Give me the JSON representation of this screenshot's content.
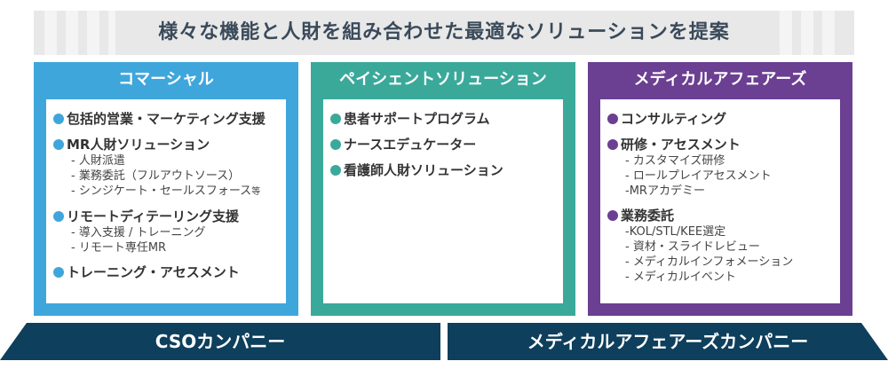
{
  "banner": {
    "title": "様々な機能と人財を組み合わせた最適なソリューションを提案"
  },
  "columns": [
    {
      "heading": "コマーシャル",
      "color": "#3fa6dc",
      "items": [
        {
          "label": "包括的営業・マーケティング支援",
          "subs": []
        },
        {
          "label": "MR人財ソリューション",
          "subs": [
            "- 人財派遣",
            "- 業務委託（フルアウトソース）",
            "- シンジケート・セールスフォース等"
          ]
        },
        {
          "label": "リモートディテーリング支援",
          "subs": [
            "- 導入支援 / トレーニング",
            "- リモート専任MR"
          ]
        },
        {
          "label": "トレーニング・アセスメント",
          "subs": []
        }
      ]
    },
    {
      "heading": "ペイシェントソリューション",
      "color": "#3aa99a",
      "items": [
        {
          "label": "患者サポートプログラム",
          "subs": []
        },
        {
          "label": "ナースエデュケーター",
          "subs": []
        },
        {
          "label": "看護師人財ソリューション",
          "subs": []
        }
      ]
    },
    {
      "heading": "メディカルアフェアーズ",
      "color": "#6b3f91",
      "items": [
        {
          "label": "コンサルティング",
          "subs": []
        },
        {
          "label": "研修・アセスメント",
          "subs": [
            "- カスタマイズ研修",
            "- ロールプレイアセスメント",
            "-MRアカデミー"
          ]
        },
        {
          "label": "業務委託",
          "subs": [
            "-KOL/STL/KEE選定",
            "- 資材・スライドレビュー",
            "- メディカルインフォメーション",
            "- メディカルイベント"
          ]
        }
      ]
    }
  ],
  "bars": {
    "left": "CSOカンパニー",
    "right": "メディカルアフェアーズカンパニー"
  }
}
